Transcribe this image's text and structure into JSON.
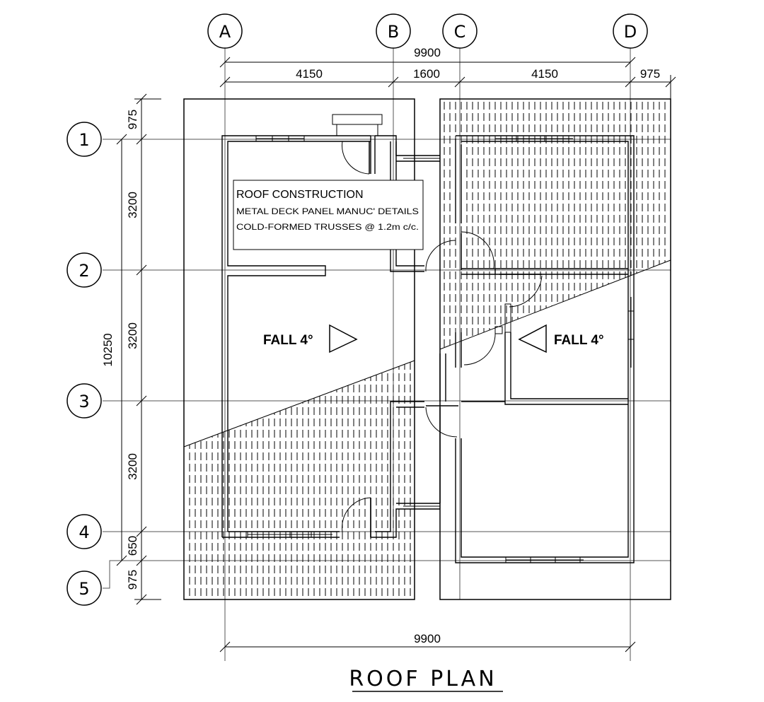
{
  "grid": {
    "columns": [
      "A",
      "B",
      "C",
      "D"
    ],
    "rows": [
      "1",
      "2",
      "3",
      "4",
      "5"
    ]
  },
  "dimensions": {
    "top_overall": "9900",
    "top_segments": [
      "4150",
      "1600",
      "4150",
      "975"
    ],
    "left_overall": "10250",
    "left_segments": [
      "975",
      "3200",
      "3200",
      "3200",
      "650",
      "975"
    ],
    "bottom_overall": "9900"
  },
  "note": {
    "line1": "ROOF CONSTRUCTION",
    "line2": "METAL DECK PANEL MANUC' DETAILS",
    "line3": "COLD-FORMED TRUSSES @ 1.2m c/c."
  },
  "fall_labels": {
    "left": "FALL  4°",
    "right": "FALL  4°"
  },
  "title": "ROOF  PLAN"
}
